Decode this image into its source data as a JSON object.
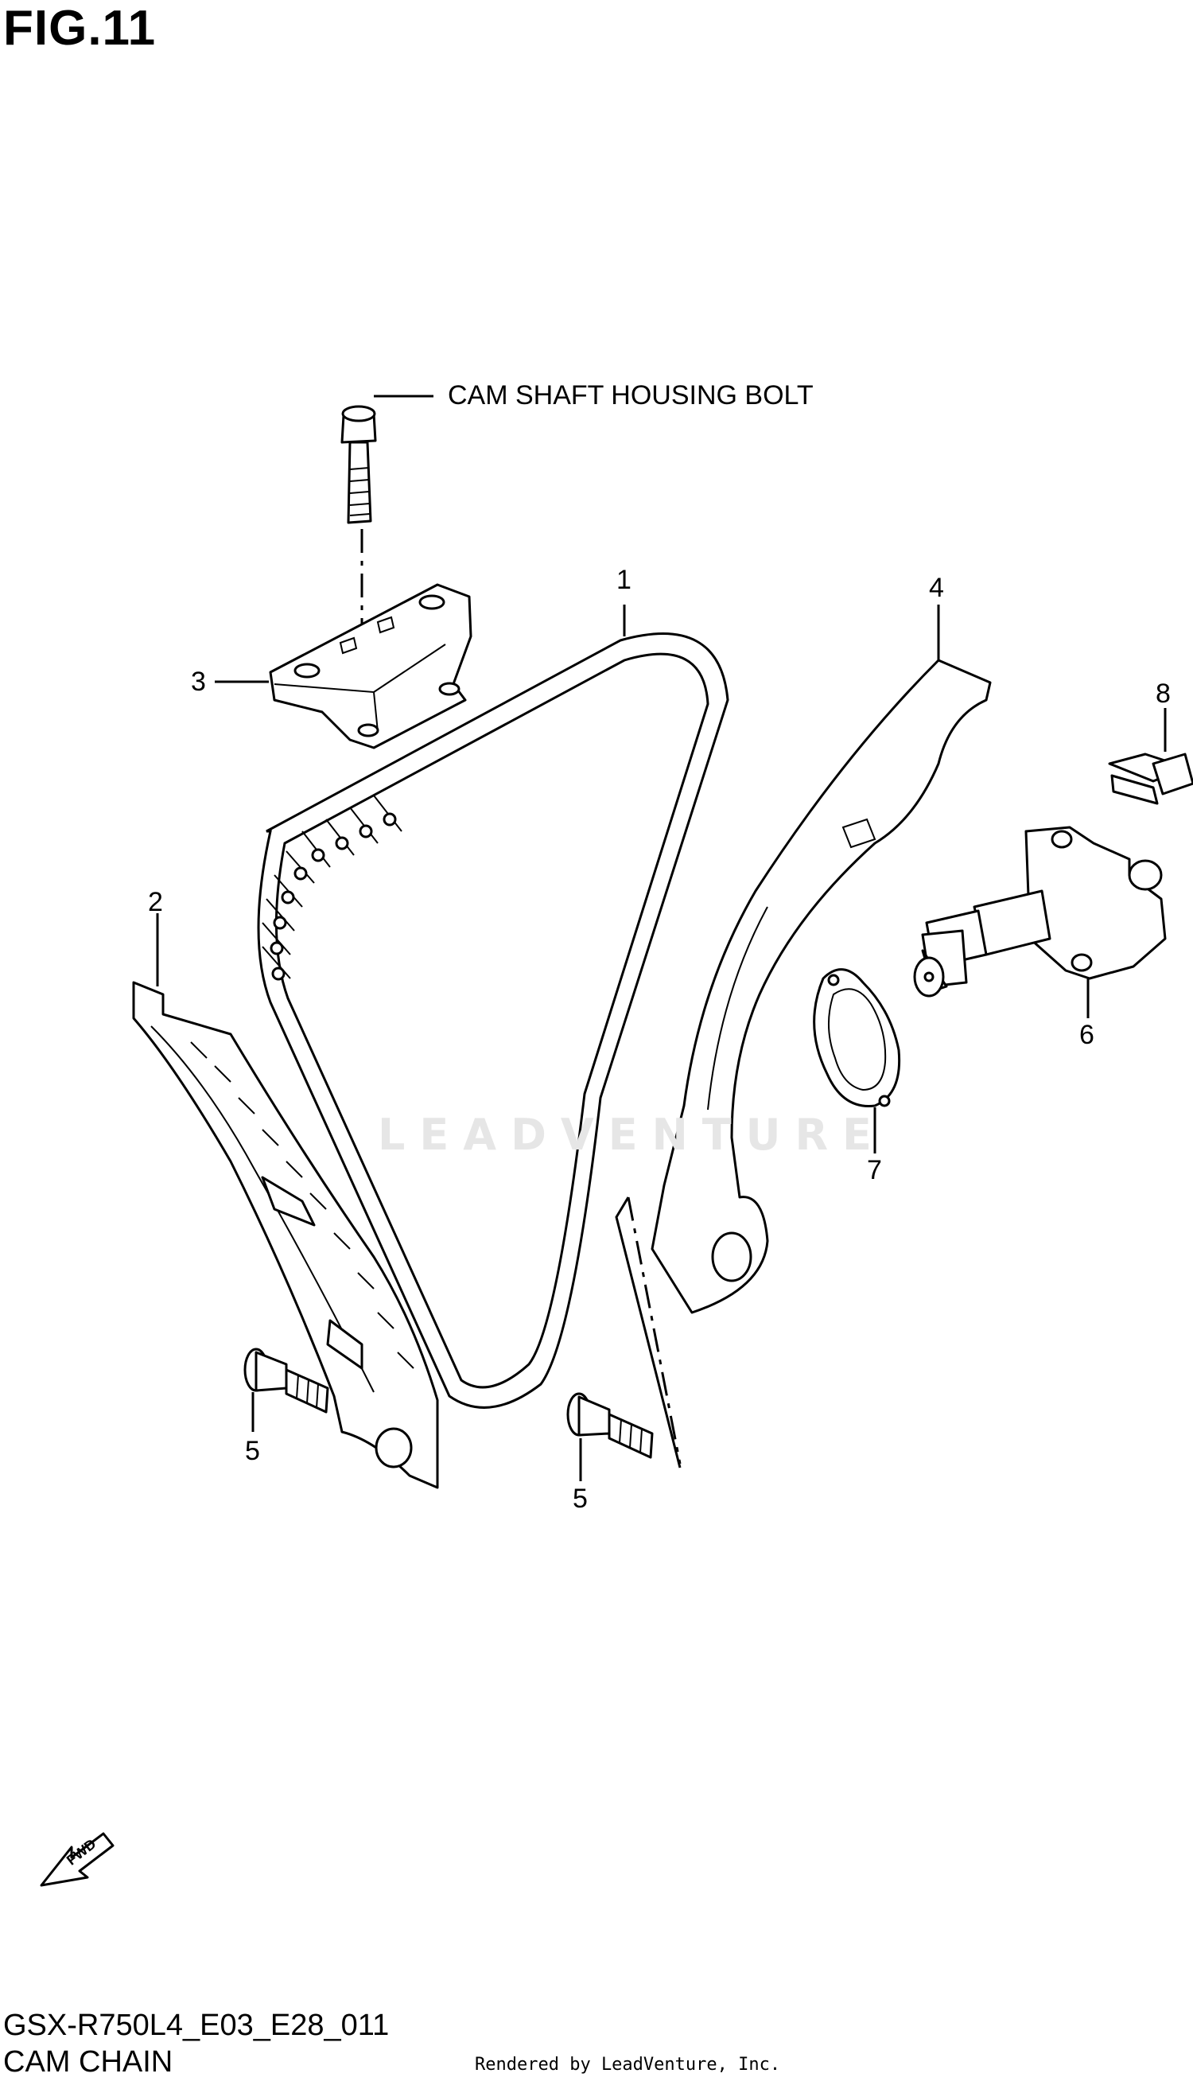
{
  "figure": {
    "title": "FIG.11",
    "model_code": "GSX-R750L4_E03_E28_011",
    "subtitle": "CAM CHAIN",
    "rendered_by": "Rendered by LeadVenture, Inc.",
    "watermark": "LEADVENTURE",
    "fwd_label": "FWD"
  },
  "callouts": {
    "housing_bolt": "CAM SHAFT HOUSING BOLT",
    "p1": "1",
    "p2": "2",
    "p3": "3",
    "p4": "4",
    "p5a": "5",
    "p5b": "5",
    "p6": "6",
    "p7": "7",
    "p8": "8"
  }
}
